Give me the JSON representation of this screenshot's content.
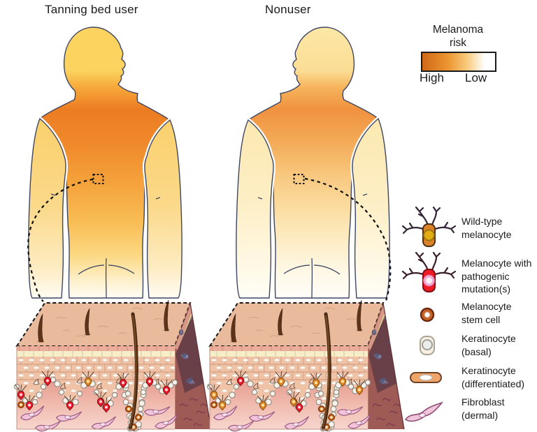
{
  "titles": {
    "tanning_user": "Tanning bed user",
    "nonuser": "Nonuser"
  },
  "risk_legend": {
    "title_lines": [
      "Melanoma",
      "risk"
    ],
    "high_label": "High",
    "low_label": "Low",
    "gradient": [
      "#d06818",
      "#eb9530",
      "#f7c878",
      "#ffffff"
    ]
  },
  "cell_legend": {
    "items": [
      {
        "id": "wildtype-melanocyte",
        "lines": [
          "Wild-type",
          "melanocyte"
        ]
      },
      {
        "id": "mutant-melanocyte",
        "lines": [
          "Melanocyte with",
          "pathogenic",
          "mutation(s)"
        ]
      },
      {
        "id": "melanocyte-stem-cell",
        "lines": [
          "Melanocyte",
          "stem cell"
        ]
      },
      {
        "id": "keratinocyte-basal",
        "lines": [
          "Keratinocyte",
          "(basal)"
        ]
      },
      {
        "id": "keratinocyte-differentiated",
        "lines": [
          "Keratinocyte",
          "(differentiated)"
        ]
      },
      {
        "id": "fibroblast-dermal",
        "lines": [
          "Fibroblast",
          "(dermal)"
        ]
      }
    ]
  },
  "skin_sections": {
    "left": {
      "subject": "tanning bed user",
      "melanocytes": [
        "mutant",
        "mutant",
        "mutant",
        "mutant",
        "wildtype",
        "mutant",
        "mutant",
        "mutant",
        "mutant",
        "mutant"
      ]
    },
    "right": {
      "subject": "nonuser",
      "melanocytes": [
        "wildtype",
        "wildtype",
        "mutant",
        "wildtype",
        "wildtype",
        "wildtype",
        "mutant",
        "wildtype",
        "wildtype",
        "wildtype"
      ]
    }
  },
  "colors": {
    "mutant_red": "#ea1c2a",
    "wildtype_orange": "#e08a28",
    "body_outline": "#3d4663",
    "high_risk_back": "#ec7c22",
    "low_risk_back": "#f0923f"
  }
}
